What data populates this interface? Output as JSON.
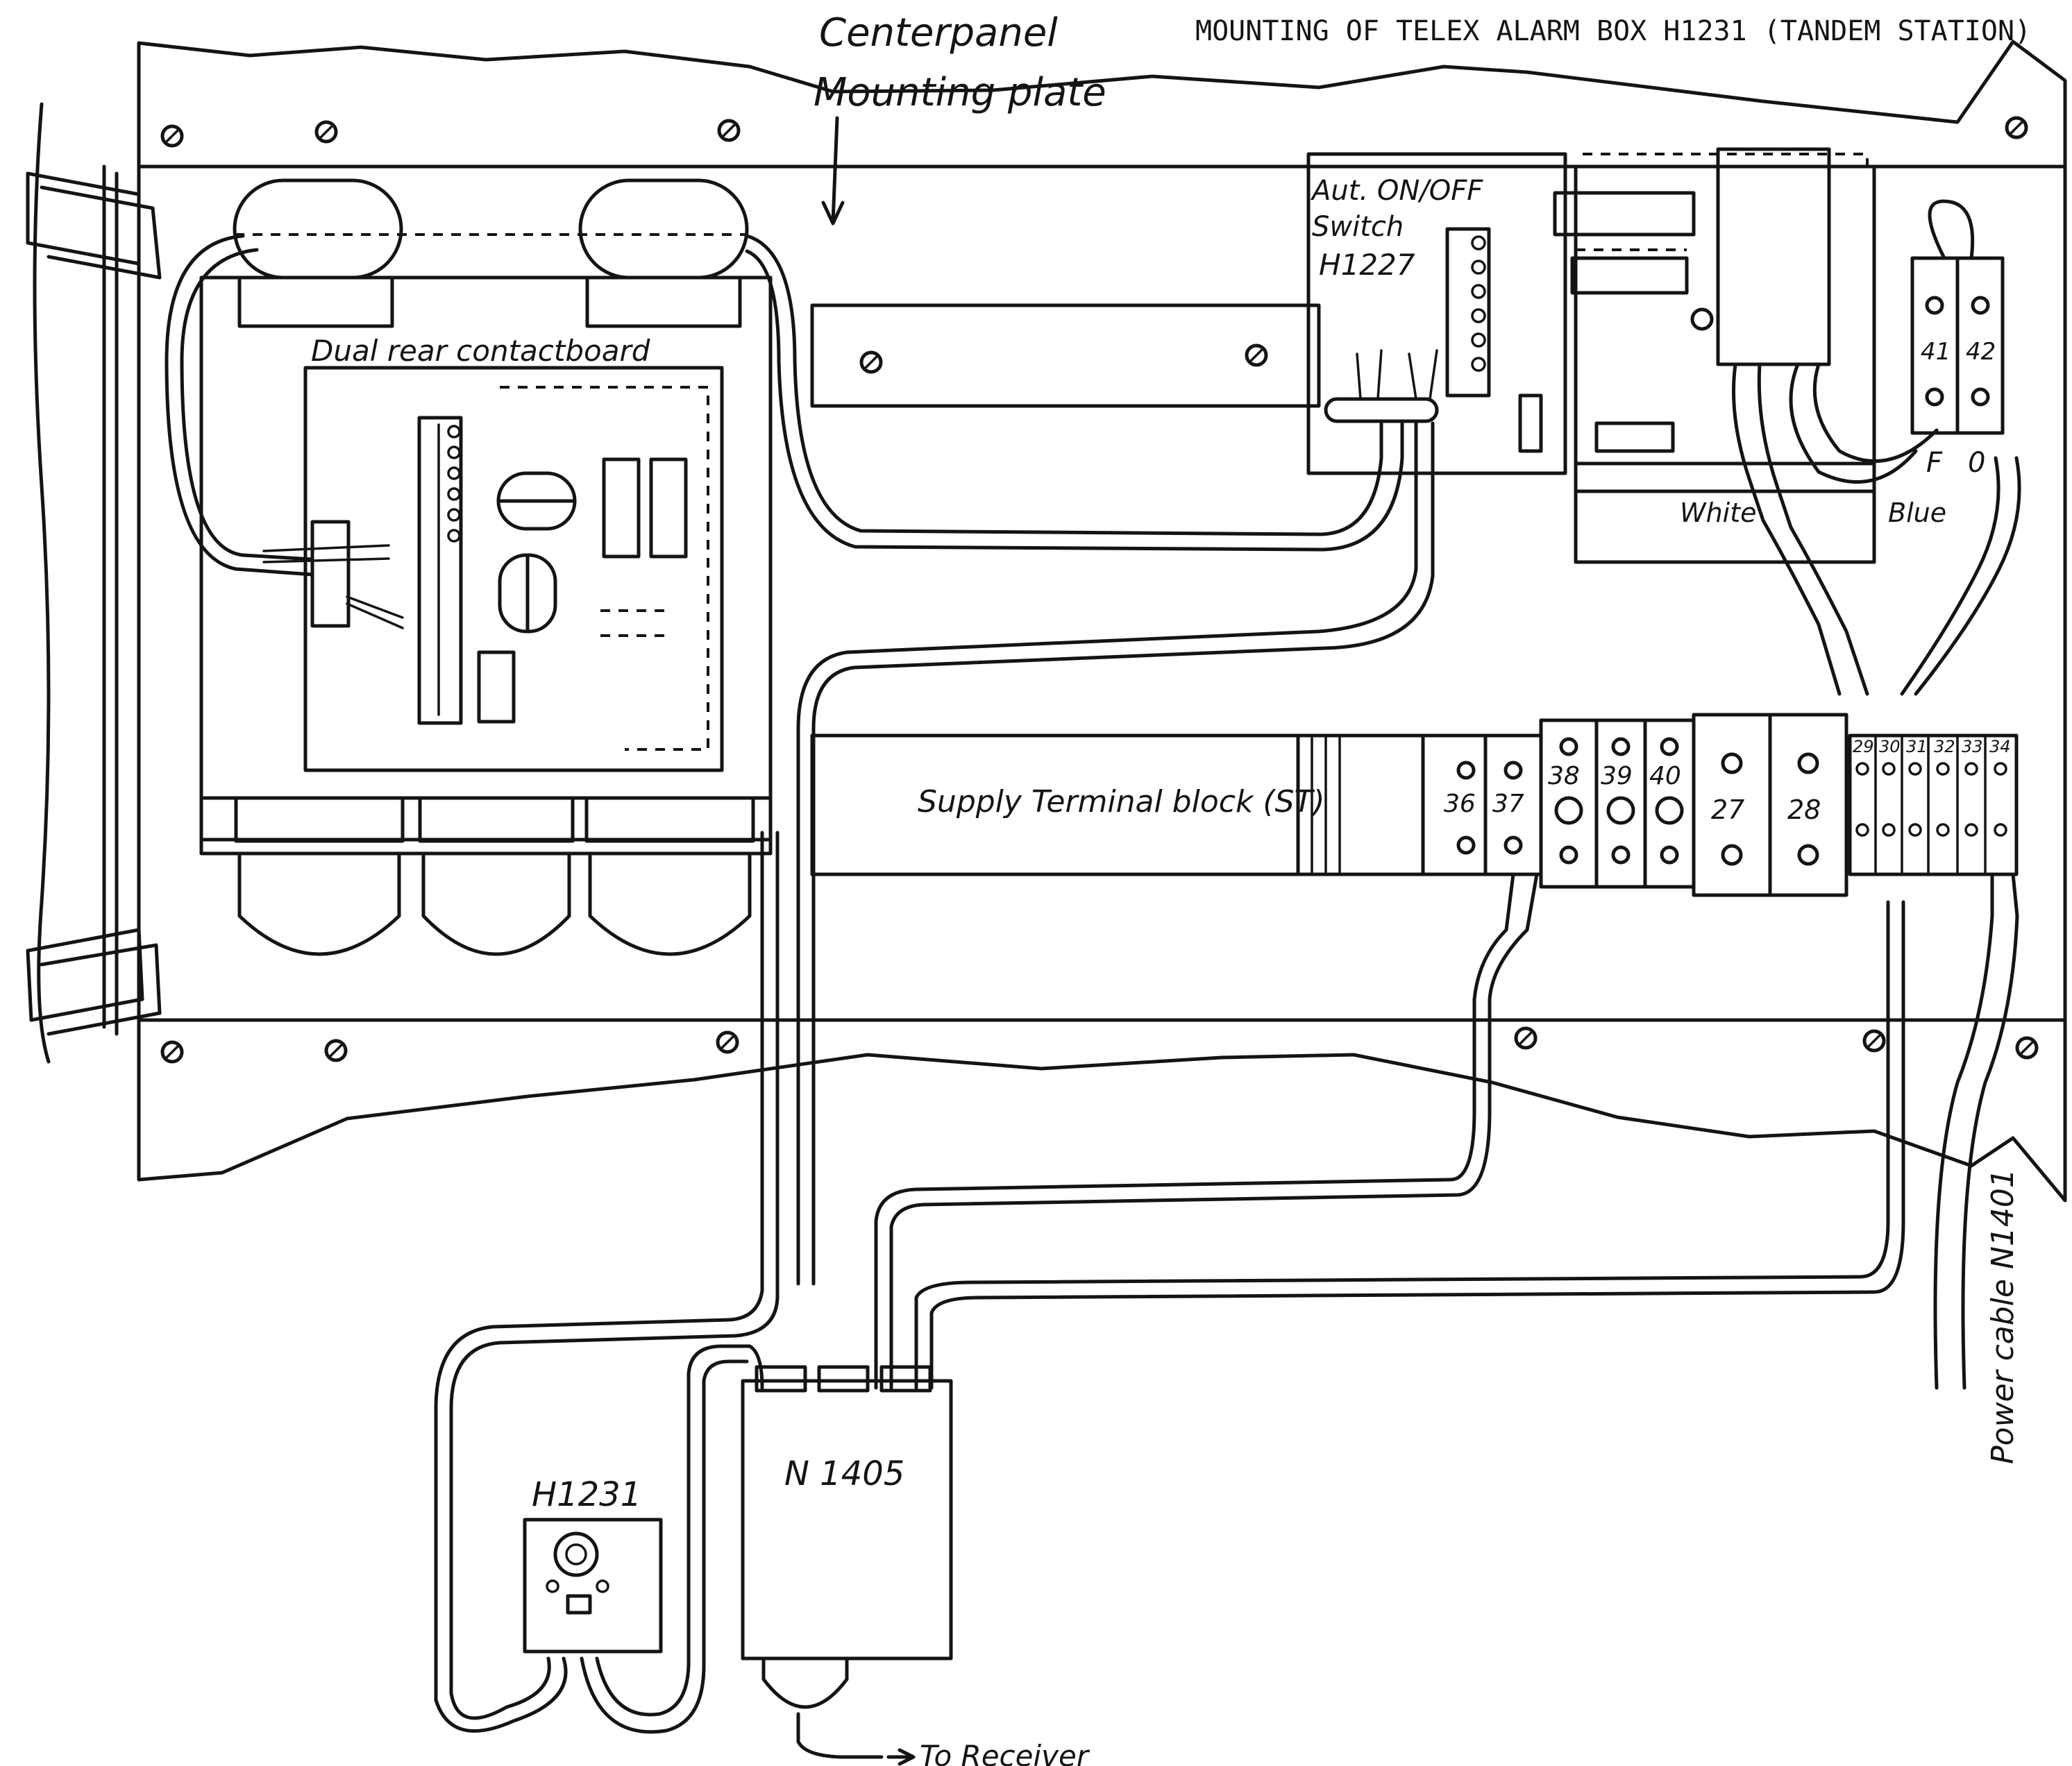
{
  "title": "MOUNTING OF TELEX ALARM BOX H1231 (TANDEM STATION)",
  "labels": {
    "centerpanel": "Centerpanel",
    "mounting_plate": "Mounting plate",
    "dual_board": "Dual rear contactboard",
    "switch_line1": "Aut. ON/OFF",
    "switch_line2": "Switch",
    "switch_line3": "H1227",
    "supply_block": "Supply Terminal block (ST)",
    "white": "White",
    "blue": "Blue",
    "terminal_f": "F",
    "terminal_0": "0",
    "power_cable": "Power cable N1401",
    "n1405": "N 1405",
    "h1231": "H1231",
    "to_receiver": "To Receiver"
  },
  "terminals_large": [
    "36",
    "37",
    "38",
    "39",
    "40",
    "27",
    "28"
  ],
  "terminals_small": [
    "29",
    "30",
    "31",
    "32",
    "33",
    "34"
  ],
  "terminals_top": [
    "41",
    "42"
  ]
}
